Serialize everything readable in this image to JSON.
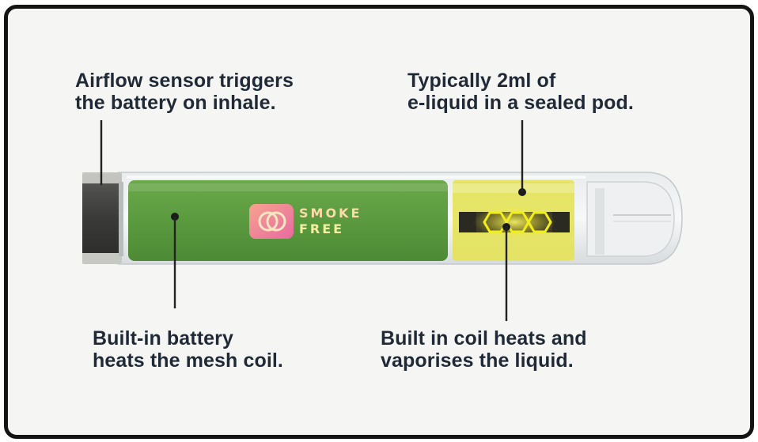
{
  "annotations": {
    "airflow": {
      "line1": "Airflow sensor triggers",
      "line2": "the battery on inhale."
    },
    "liquid": {
      "line1": "Typically 2ml of",
      "line2": "e-liquid in a sealed pod."
    },
    "battery": {
      "line1": "Built-in battery",
      "line2": "heats the mesh coil."
    },
    "coil": {
      "line1": "Built in coil heats and",
      "line2": "vaporises the liquid."
    }
  },
  "brand": {
    "word1": "SMOKE",
    "word2": "FREE"
  },
  "colors": {
    "battery_green": "#5b9a3f",
    "pod_yellow": "#e4e35a",
    "coil_glow": "#f2ee1a",
    "text_dark": "#1f2a36"
  }
}
